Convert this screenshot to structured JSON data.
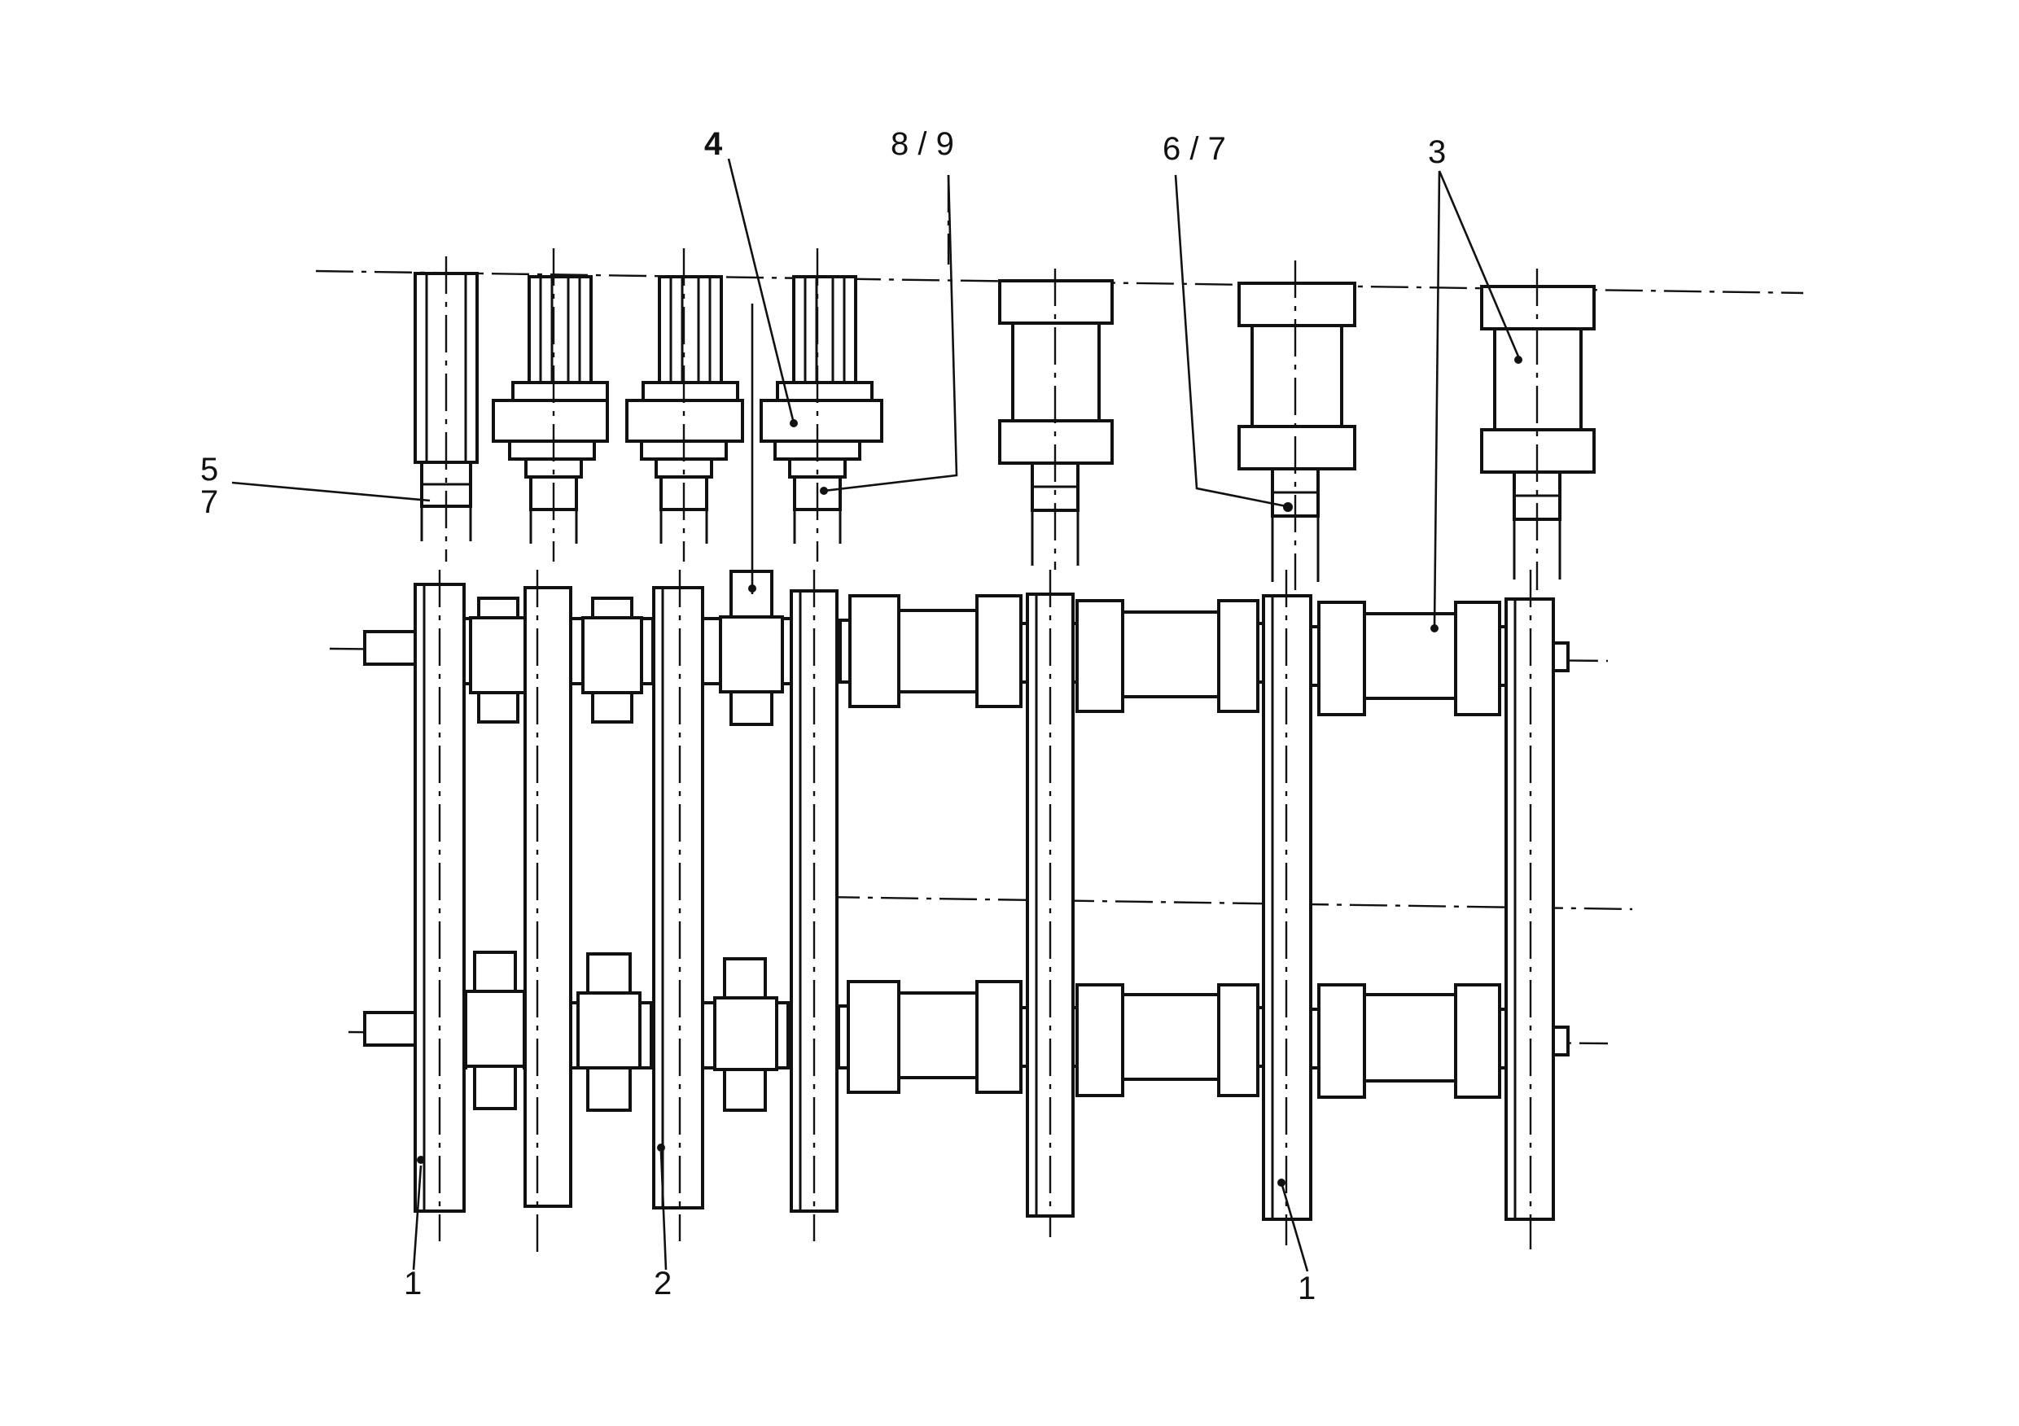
{
  "labels": {
    "l4": "4",
    "l89": "8 / 9",
    "l67": "6 / 7",
    "l3": "3",
    "l5": "5",
    "l7": "7",
    "l1_left": "1",
    "l2": "2",
    "l1_right": "1"
  },
  "colors": {
    "ink": "#111111",
    "paper": "#ffffff"
  }
}
